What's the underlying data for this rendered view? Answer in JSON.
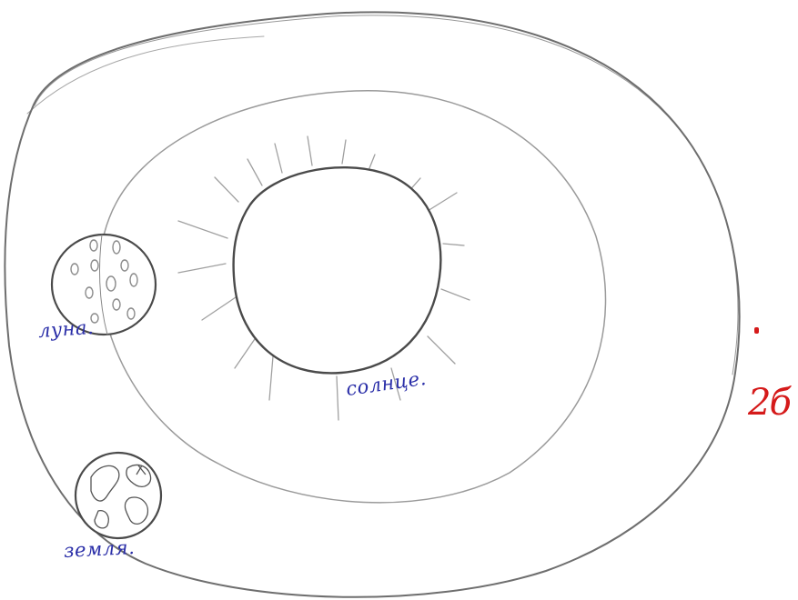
{
  "labels": {
    "moon": "луна.",
    "sun": "солнце.",
    "earth": "земля."
  },
  "grade": {
    "text": "2б",
    "color": "#d51a1a"
  },
  "colors": {
    "pencil": "#707070",
    "ink": "#2a2ea8"
  }
}
